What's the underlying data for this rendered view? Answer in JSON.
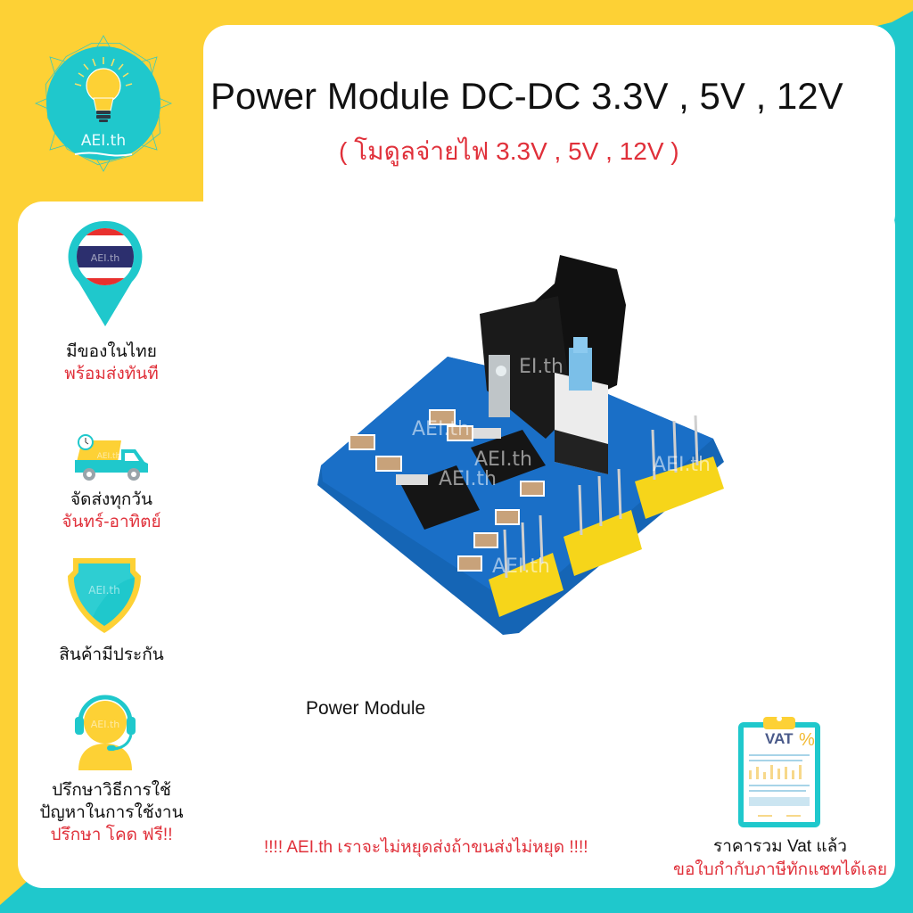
{
  "brand": {
    "logo_text": "AEI.th",
    "watermark": "AEI.th",
    "colors": {
      "yellow": "#FDD135",
      "teal": "#1FC8CC",
      "red": "#E0303A",
      "text": "#111111"
    }
  },
  "header": {
    "title": "Power Module DC-DC 3.3V , 5V , 12V",
    "subtitle": "( โมดูลจ่ายไฟ 3.3V , 5V , 12V )"
  },
  "features": [
    {
      "icon": "map-pin-thai-flag-icon",
      "lines": [
        "มีของในไทย"
      ],
      "highlight": "พร้อมส่งทันที"
    },
    {
      "icon": "delivery-truck-icon",
      "lines": [
        "จัดส่งทุกวัน"
      ],
      "highlight": "จันทร์-อาทิตย์"
    },
    {
      "icon": "shield-icon",
      "lines": [
        "สินค้ามีประกัน"
      ],
      "highlight": ""
    },
    {
      "icon": "headset-support-icon",
      "lines": [
        "ปรึกษาวิธีการใช้",
        "ปัญหาในการใช้งาน"
      ],
      "highlight": "ปรึกษา โคด ฟรี!!"
    }
  ],
  "product": {
    "caption": "Power Module",
    "image_alt": "DC-DC power module board with barrel jack, push switch and 3.3V/5V/12V header pins"
  },
  "slogan": "!!!!  AEI.th เราจะไม่หยุดส่งถ้าขนส่งไม่หยุด  !!!!",
  "vat": {
    "icon": "vat-clipboard-icon",
    "icon_label": "VAT%",
    "line1": "ราคารวม Vat แล้ว",
    "line2": "ขอใบกำกับภาษีทักแชทได้เลย"
  }
}
